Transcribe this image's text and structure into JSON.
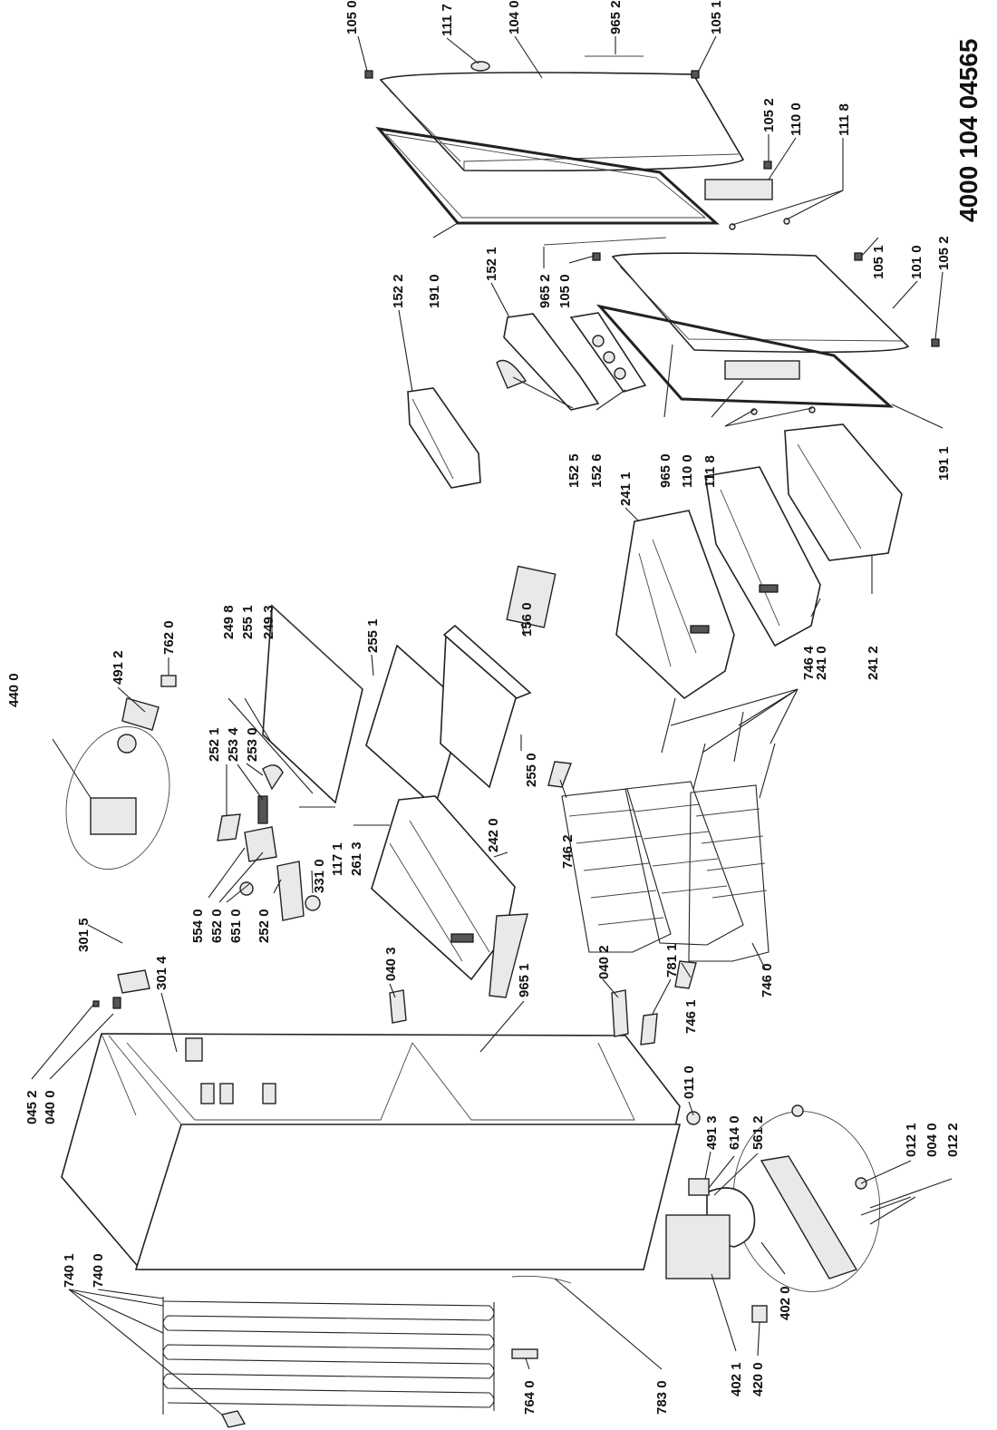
{
  "document_number": "4000 104 04565",
  "part_labels": {
    "p1050": "105 0",
    "p1117": "111 7",
    "p1040": "104 0",
    "p9652": "965 2",
    "p1051": "105 1",
    "p1052": "105 2",
    "p1100": "110 0",
    "p1118": "111 8",
    "p1522": "152 2",
    "p1910": "191 0",
    "p1521": "152 1",
    "p9652b": "965 2",
    "p1050b": "105 0",
    "p1051b": "105 1",
    "p1010": "101 0",
    "p1052b": "105 2",
    "p1525": "152 5",
    "p1526": "152 6",
    "p9650": "965 0",
    "p1100b": "110 0",
    "p1118b": "111 8",
    "p1911": "191 1",
    "p2411": "241 1",
    "p2410": "241 0",
    "p2412": "241 2",
    "p4400": "440 0",
    "p4912": "491 2",
    "p7620": "762 0",
    "p2498": "249 8",
    "p2551": "255 1",
    "p2493": "249 3",
    "p2551b": "255 1",
    "p1560": "156 0",
    "p2521": "252 1",
    "p2534": "253 4",
    "p2530": "253 0",
    "p1171": "117 1",
    "p2613": "261 3",
    "p2420": "242 0",
    "p2550": "255 0",
    "p7464": "746 4",
    "p7462": "746 2",
    "p3315": "301 5",
    "p5540": "554 0",
    "p6520": "652 0",
    "p6510": "651 0",
    "p2520": "252 0",
    "p3310": "331 0",
    "p0403": "040 3",
    "p9651": "965 1",
    "p0402": "040 2",
    "p7811": "781 1",
    "p7461": "746 1",
    "p7460": "746 0",
    "p0452": "045 2",
    "p0400": "040 0",
    "p3014": "301 4",
    "p0110": "011 0",
    "p4913": "491 3",
    "p6140": "614 0",
    "p5612": "561 2",
    "p0121": "012 1",
    "p0040": "004 0",
    "p0122": "012 2",
    "p7401": "740 1",
    "p7400": "740 0",
    "p7640": "764 0",
    "p7830": "783 0",
    "p4021": "402 1",
    "p4200": "420 0",
    "p4020": "402 0"
  }
}
